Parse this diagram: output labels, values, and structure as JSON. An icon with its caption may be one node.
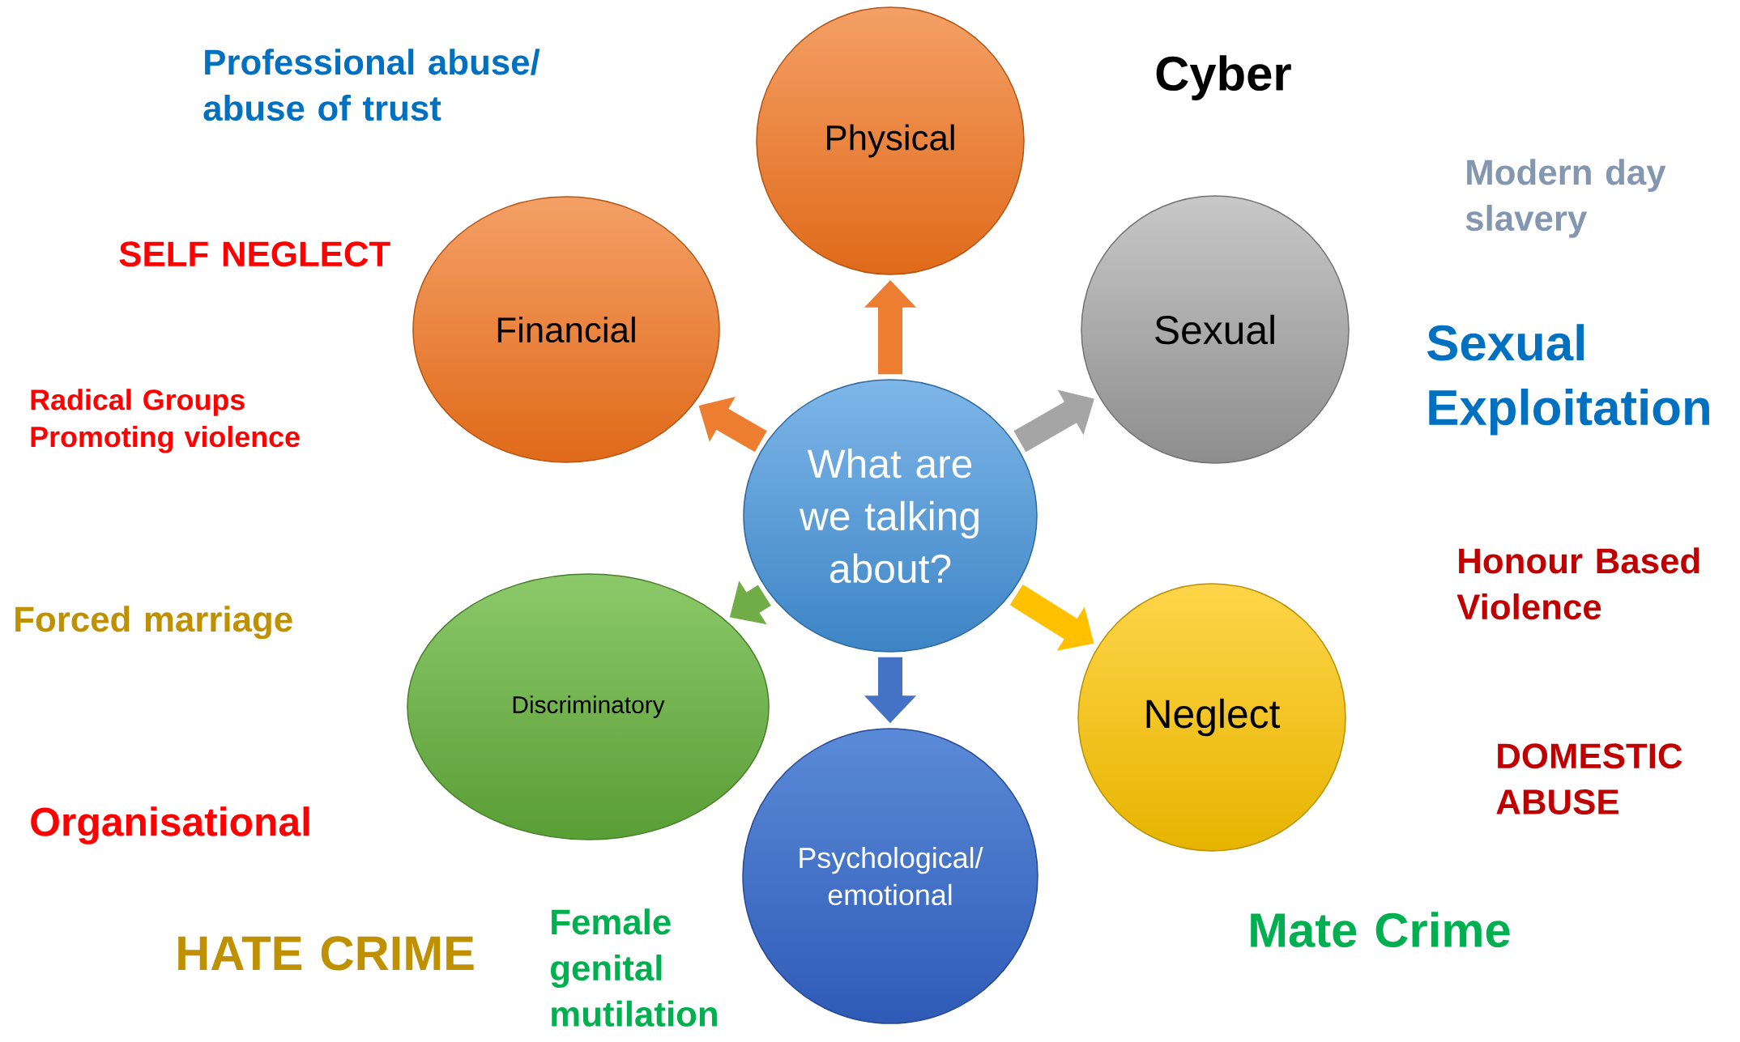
{
  "diagram": {
    "nodes": [
      {
        "text": [
          "What are we talking about?"
        ]
      },
      {
        "text": [
          "Physical"
        ]
      },
      {
        "text": [
          "Financial"
        ]
      },
      {
        "text": [
          "Sexual"
        ]
      },
      {
        "text": [
          "Discriminatory"
        ]
      },
      {
        "text": [
          "Neglect"
        ]
      },
      {
        "text": [
          "Psychological/ emotional"
        ]
      }
    ],
    "edges": [
      {
        "from": 0,
        "to": 1,
        "arrow": "to",
        "color": "#ed7d31"
      },
      {
        "from": 0,
        "to": 2,
        "arrow": "to",
        "color": "#ed7d31"
      },
      {
        "from": 0,
        "to": 3,
        "arrow": "to",
        "color": "#a5a5a5"
      },
      {
        "from": 0,
        "to": 4,
        "arrow": "to",
        "color": "#70ad47"
      },
      {
        "from": 0,
        "to": 5,
        "arrow": "to",
        "color": "#ffc000"
      },
      {
        "from": 0,
        "to": 6,
        "arrow": "to",
        "color": "#4472c4"
      }
    ],
    "labels": [
      "Professional abuse/ abuse of trust",
      "Cyber",
      "Modern day slavery",
      "SELF NEGLECT",
      "Sexual Exploitation",
      "Radical Groups Promoting violence",
      "Honour Based Violence",
      "Forced marriage",
      "DOMESTIC ABUSE",
      "Organisational",
      "Mate Crime",
      "HATE CRIME",
      "Female genital mutilation"
    ]
  }
}
